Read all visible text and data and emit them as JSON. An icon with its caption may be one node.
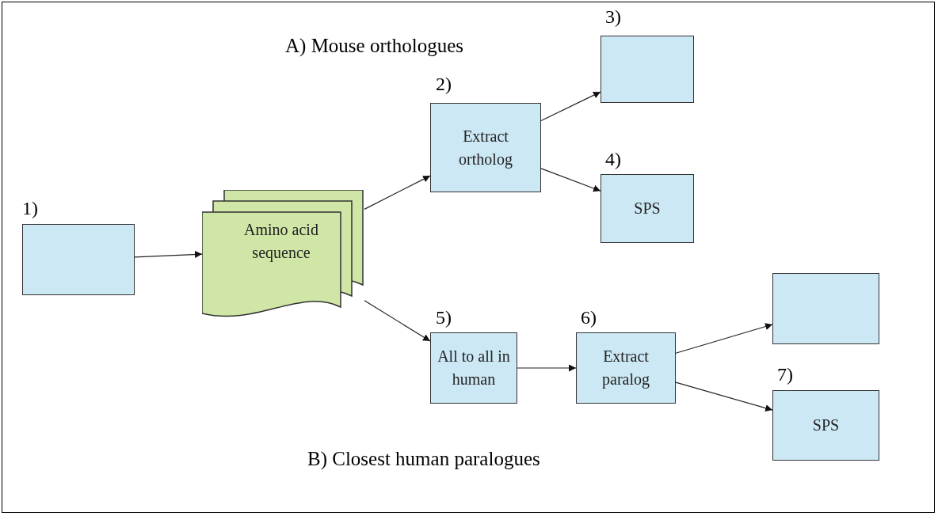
{
  "diagram": {
    "nodes": [
      {
        "text": [],
        "shape": "box",
        "beside": [
          "1)"
        ]
      },
      {
        "text": [
          "Amino acid sequence"
        ]
      },
      {
        "text": [
          "Extract ortholog"
        ],
        "beside": [
          "2)"
        ]
      },
      {
        "text": [],
        "shape": "box",
        "beside": [
          "3)"
        ]
      },
      {
        "text": [
          "SPS"
        ],
        "beside": [
          "4)"
        ]
      },
      {
        "text": [
          "All to all in human"
        ],
        "beside": [
          "5)"
        ]
      },
      {
        "text": [
          "Extract paralog"
        ],
        "beside": [
          "6)"
        ]
      },
      {
        "text": [],
        "shape": "box"
      },
      {
        "text": [
          "SPS"
        ],
        "beside": [
          "7)"
        ]
      }
    ],
    "edges": [
      {
        "from": 0,
        "to": 1,
        "arrow": "to"
      },
      {
        "from": 1,
        "to": 2,
        "arrow": "to"
      },
      {
        "from": 2,
        "to": 3,
        "arrow": "to"
      },
      {
        "from": 2,
        "to": 4,
        "arrow": "to"
      },
      {
        "from": 1,
        "to": 5,
        "arrow": "to"
      },
      {
        "from": 5,
        "to": 6,
        "arrow": "to"
      },
      {
        "from": 6,
        "to": 7,
        "arrow": "to"
      },
      {
        "from": 6,
        "to": 8,
        "arrow": "to"
      }
    ],
    "labels": [
      "A) Mouse orthologues",
      "B) Closest human paralogues"
    ]
  }
}
